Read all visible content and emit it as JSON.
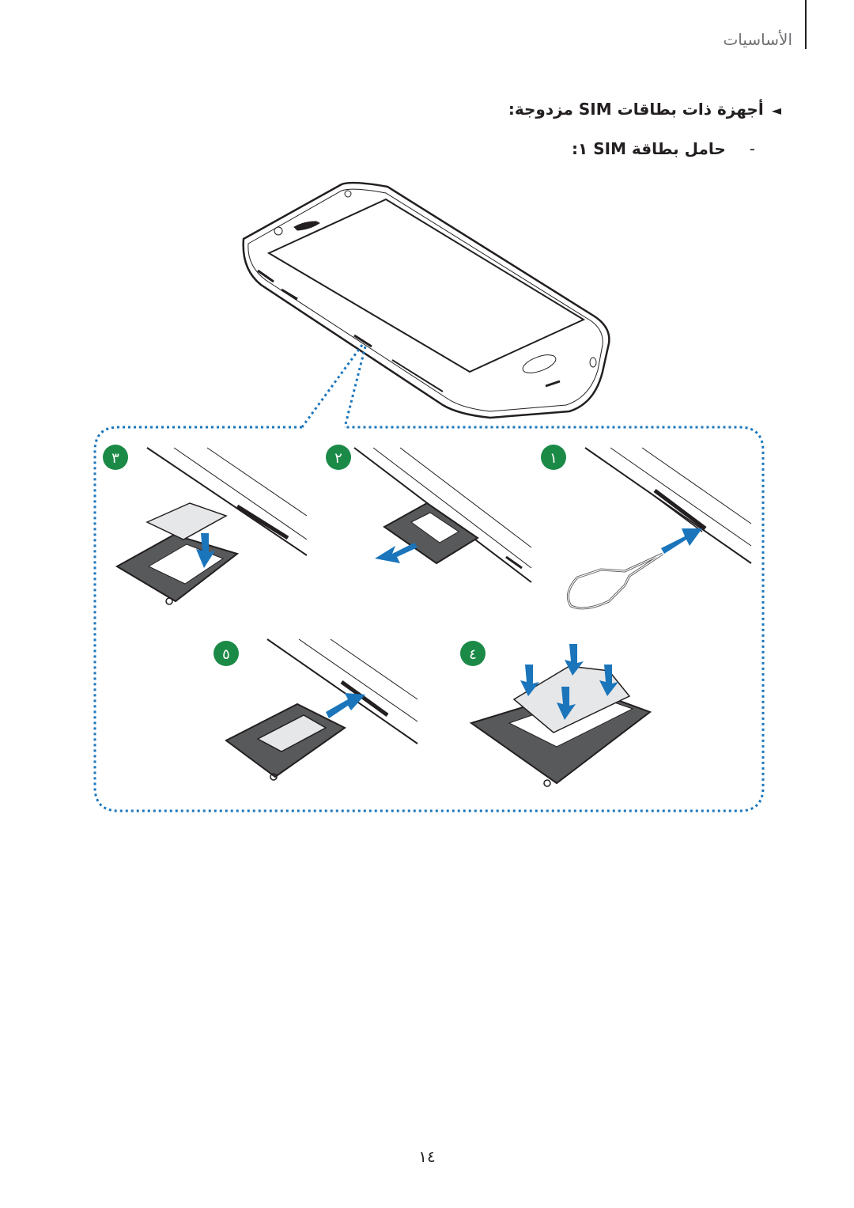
{
  "header": {
    "section_title": "الأساسيات"
  },
  "heading": {
    "marker": "◄",
    "text": "أجهزة ذات بطاقات SIM مزدوجة:"
  },
  "subheading": {
    "dash": "-",
    "text": "حامل بطاقة SIM ١:"
  },
  "figure": {
    "steps": [
      {
        "number": "١"
      },
      {
        "number": "٢"
      },
      {
        "number": "٣"
      },
      {
        "number": "٤"
      },
      {
        "number": "٥"
      }
    ],
    "colors": {
      "arrow": "#1a75bb",
      "step_badge": "#1b8a47",
      "dotted": "#1a75bb",
      "tray": "#58595b",
      "card": "#e6e7e8"
    }
  },
  "footer": {
    "page_number": "١٤"
  }
}
